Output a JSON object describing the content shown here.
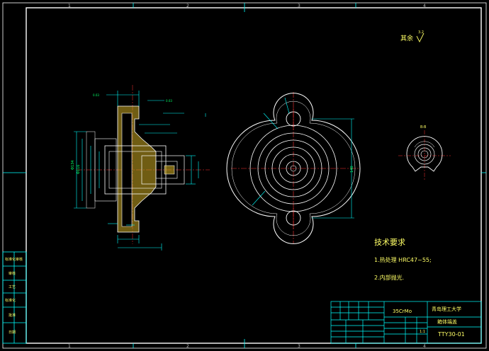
{
  "drawing": {
    "zone_top": [
      "1",
      "2",
      "3",
      "4"
    ],
    "zone_bottom": [
      "1",
      "2",
      "3",
      "4"
    ],
    "roughness_note": "其余",
    "roughness_value": "3.2",
    "tech_title": "技术要求",
    "tech_items": [
      "1.热处理 HRC47~55;",
      "2.内部抛光."
    ],
    "material": "35CrMo",
    "university": "青岛理工大学",
    "part_name": "箱体端盖",
    "drawing_no": "TTY30-01",
    "scale": "1:1",
    "section_label": "B-B",
    "left_strip": [
      "标准化审核",
      "审核",
      "工艺",
      "标准化",
      "批准",
      "日期"
    ]
  }
}
